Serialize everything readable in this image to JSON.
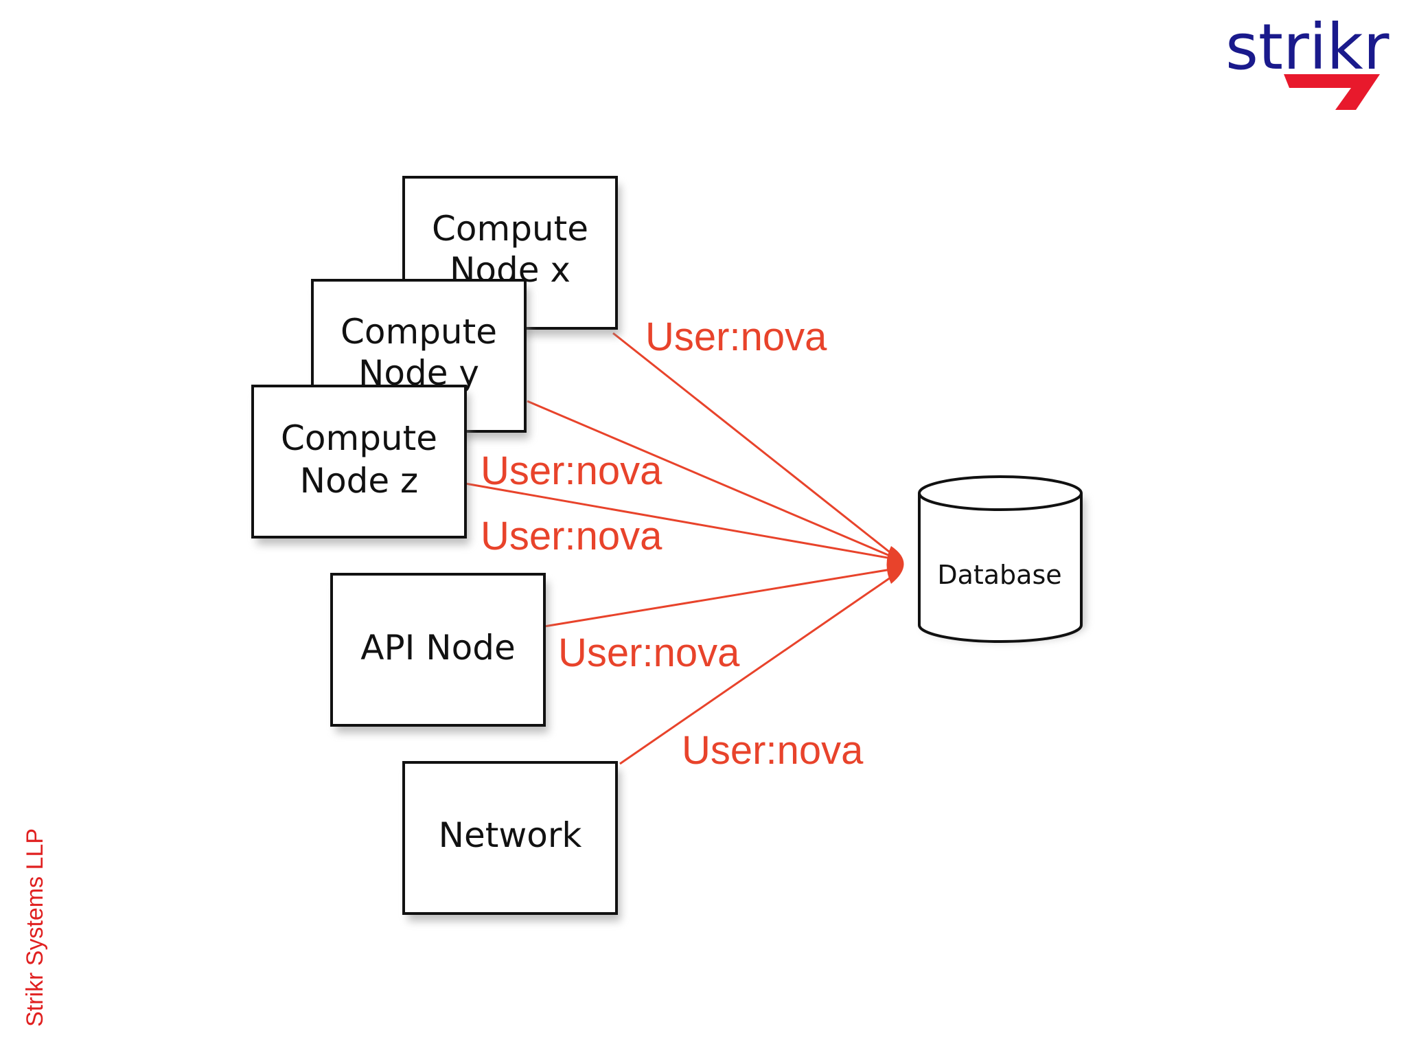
{
  "logo": {
    "text": "strikr",
    "colors": {
      "text": "#1a1a8c",
      "arrow": "#e8192c"
    }
  },
  "footer": {
    "company": "Strikr Systems LLP"
  },
  "diagram": {
    "nodes": {
      "compute_x": [
        "Compute",
        "Node x"
      ],
      "compute_y": [
        "Compute",
        "Node y"
      ],
      "compute_z": [
        "Compute",
        "Node z"
      ],
      "api": [
        "API Node"
      ],
      "network": [
        "Network"
      ],
      "database": "Database"
    },
    "edges": [
      {
        "from": "compute_x",
        "to": "database",
        "label": "User:nova"
      },
      {
        "from": "compute_y",
        "to": "database",
        "label": "User:nova"
      },
      {
        "from": "compute_z",
        "to": "database",
        "label": "User:nova"
      },
      {
        "from": "api",
        "to": "database",
        "label": "User:nova"
      },
      {
        "from": "network",
        "to": "database",
        "label": "User:nova"
      }
    ],
    "colors": {
      "edge": "#e8432b",
      "box_stroke": "#111111"
    }
  }
}
